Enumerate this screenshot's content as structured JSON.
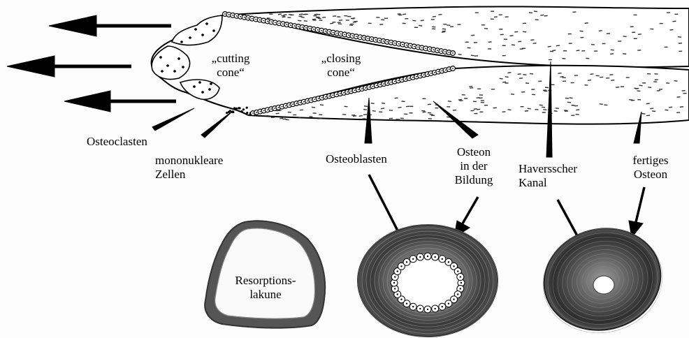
{
  "labels": {
    "cutting_cone": "„cutting\ncone“",
    "closing_cone": "„closing\ncone“",
    "osteoclasten": "Osteoclasten",
    "mononukleare": "mononukleare\nZellen",
    "osteoblasten": "Osteoblasten",
    "osteon_bildung": "Osteon\nin der\nBildung",
    "haversscher": "Haversscher\nKanal",
    "fertiges": "fertiges\nOsteon",
    "resorptions": "Resorptions-\nlakune"
  }
}
